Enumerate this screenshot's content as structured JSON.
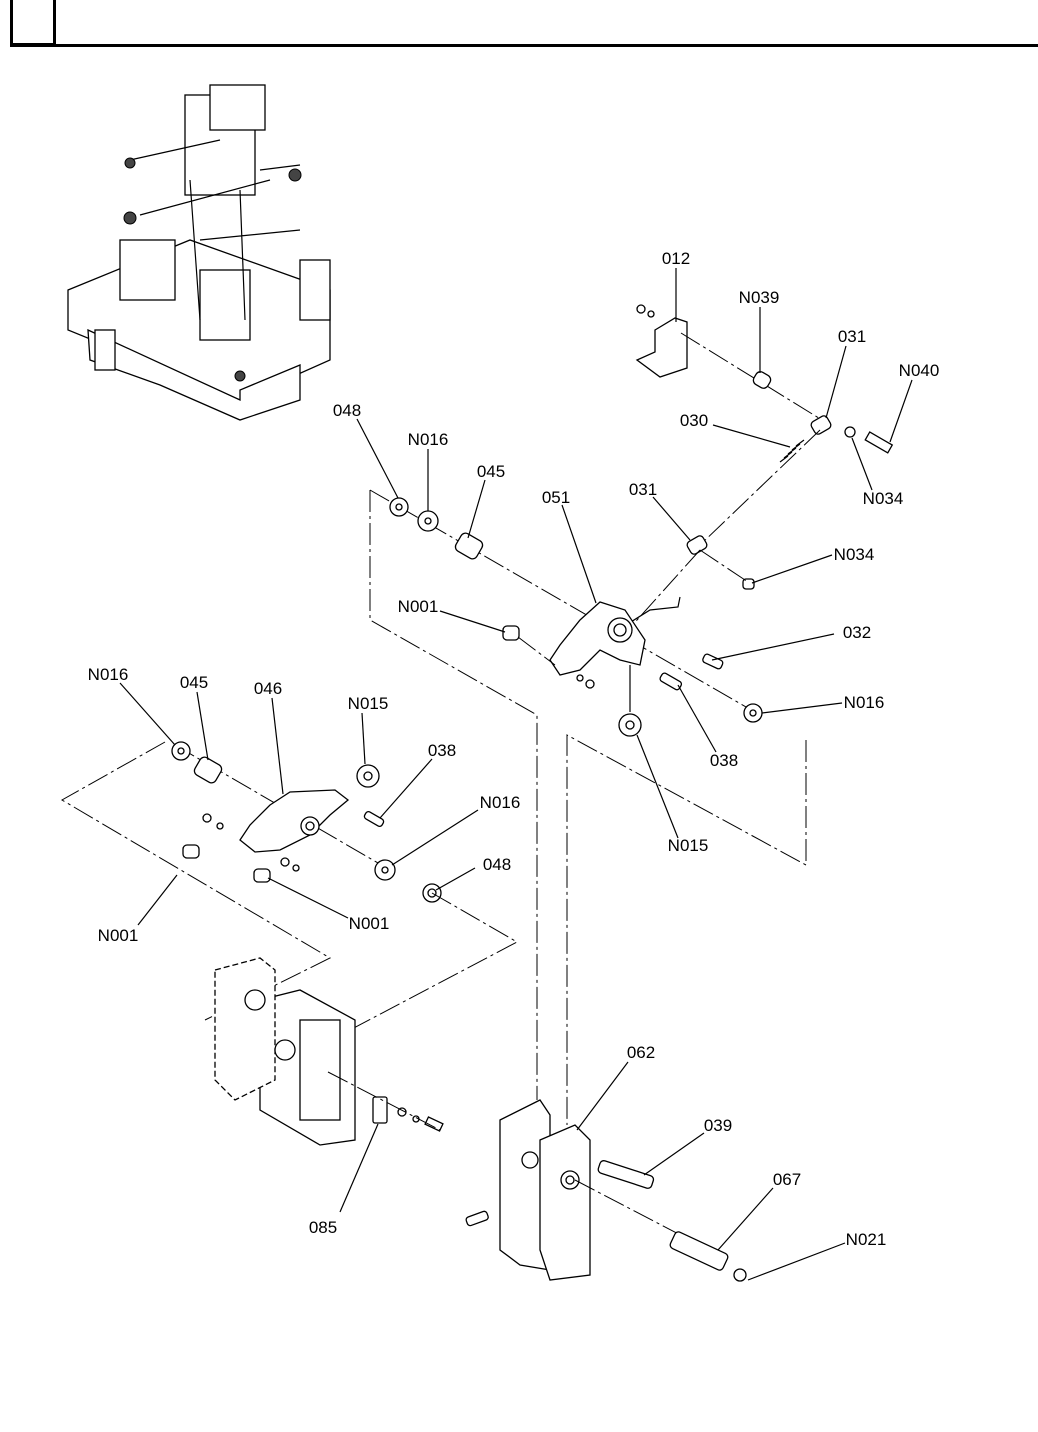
{
  "labels": {
    "p012": "012",
    "n039": "N039",
    "p031a": "031",
    "n040": "N040",
    "p030": "030",
    "n034a": "N034",
    "p048a": "048",
    "n016a": "N016",
    "p045a": "045",
    "p051": "051",
    "p031b": "031",
    "n034b": "N034",
    "n001a": "N001",
    "p032": "032",
    "n016b": "N016",
    "p038a": "038",
    "n015a": "N015",
    "n016c": "N016",
    "p045b": "045",
    "p046": "046",
    "n015b": "N015",
    "p038b": "038",
    "n016d": "N016",
    "p048b": "048",
    "n001b": "N001",
    "n001c": "N001",
    "p085": "085",
    "p062": "062",
    "p039": "039",
    "p067": "067",
    "n021": "N021"
  }
}
